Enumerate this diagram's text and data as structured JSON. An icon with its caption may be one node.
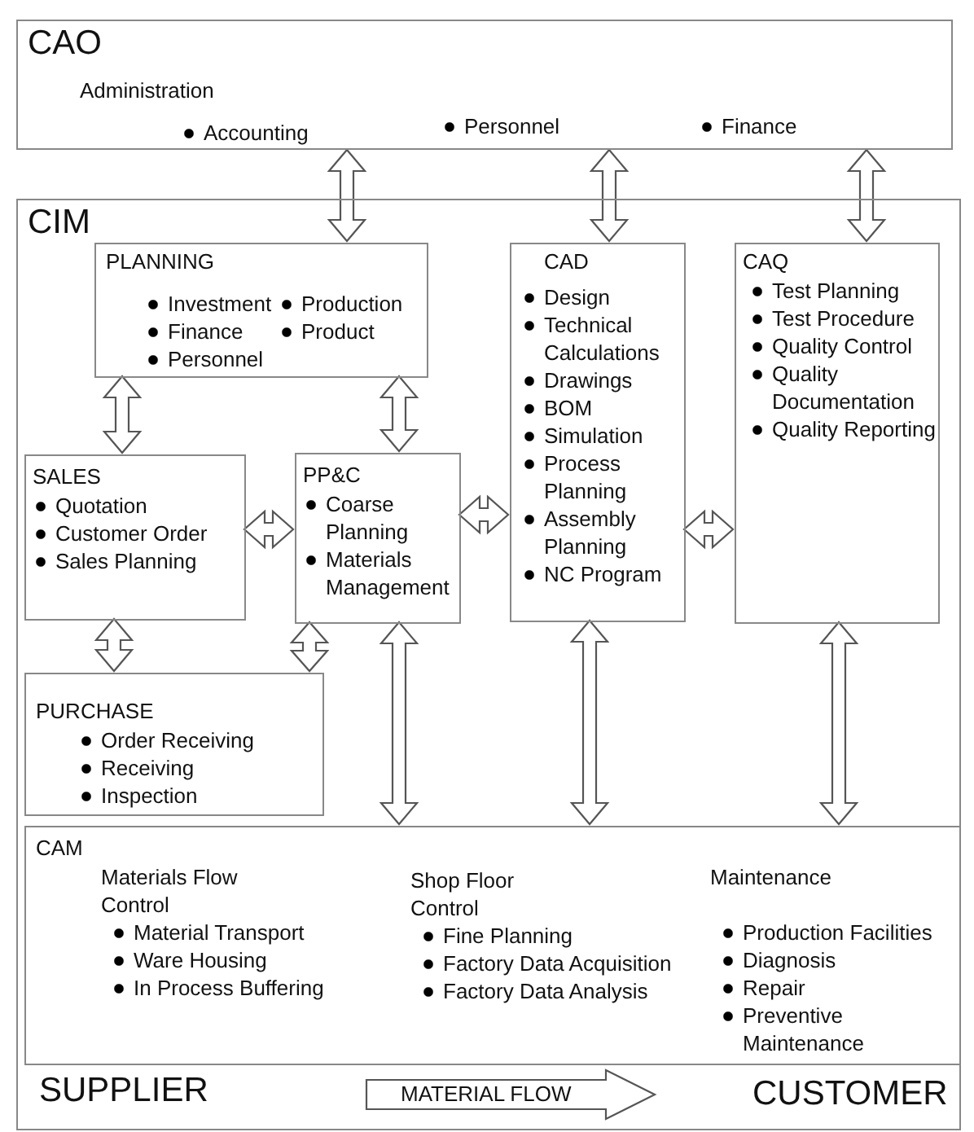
{
  "diagram": {
    "nodes": [
      {
        "text": [
          "CAO",
          "Administration",
          "Accounting",
          "Personnel",
          "Finance"
        ]
      },
      {
        "text": [
          "CIM"
        ]
      },
      {
        "text": [
          "PLANNING",
          "Investment",
          "Finance",
          "Personnel",
          "Production",
          "Product"
        ],
        "in": 1
      },
      {
        "text": [
          "CAD",
          "Design",
          "Technical Calculations",
          "Drawings",
          "BOM",
          "Simulation",
          "Process Planning",
          "Assembly Planning",
          "NC Program"
        ],
        "in": 1
      },
      {
        "text": [
          "CAQ",
          "Test Planning",
          "Test Procedure",
          "Quality Control",
          "Quality Documentation",
          "Quality Reporting"
        ],
        "in": 1
      },
      {
        "text": [
          "SALES",
          "Quotation",
          "Customer Order",
          "Sales Planning"
        ],
        "in": 1
      },
      {
        "text": [
          "PP&C",
          "Coarse Planning",
          "Materials Management"
        ],
        "in": 1
      },
      {
        "text": [
          "PURCHASE",
          "Order Receiving",
          "Receiving",
          "Inspection"
        ],
        "in": 1
      },
      {
        "text": [
          "CAM",
          "Materials Flow Control",
          "Material Transport",
          "Ware Housing",
          "In Process Buffering",
          "Shop Floor Control",
          "Fine Planning",
          "Factory Data Acquisition",
          "Factory Data Analysis",
          "Maintenance",
          "Production Facilities",
          "Diagnosis",
          "Repair",
          "Preventive Maintenance"
        ],
        "in": 1
      }
    ],
    "edges": [
      {
        "from": 0,
        "to": 2,
        "arrow": "both"
      },
      {
        "from": 0,
        "to": 3,
        "arrow": "both"
      },
      {
        "from": 0,
        "to": 4,
        "arrow": "both"
      },
      {
        "from": 2,
        "to": 5,
        "arrow": "both"
      },
      {
        "from": 2,
        "to": 6,
        "arrow": "both"
      },
      {
        "from": 5,
        "to": 6,
        "arrow": "both"
      },
      {
        "from": 6,
        "to": 3,
        "arrow": "both"
      },
      {
        "from": 3,
        "to": 4,
        "arrow": "both"
      },
      {
        "from": 5,
        "to": 7,
        "arrow": "both"
      },
      {
        "from": 6,
        "to": 7,
        "arrow": "both"
      },
      {
        "from": 6,
        "to": 8,
        "arrow": "both"
      },
      {
        "from": 3,
        "to": 8,
        "arrow": "both"
      },
      {
        "from": 4,
        "to": 8,
        "arrow": "both"
      }
    ],
    "labels": [
      "SUPPLIER",
      "MATERIAL FLOW",
      "CUSTOMER"
    ]
  }
}
